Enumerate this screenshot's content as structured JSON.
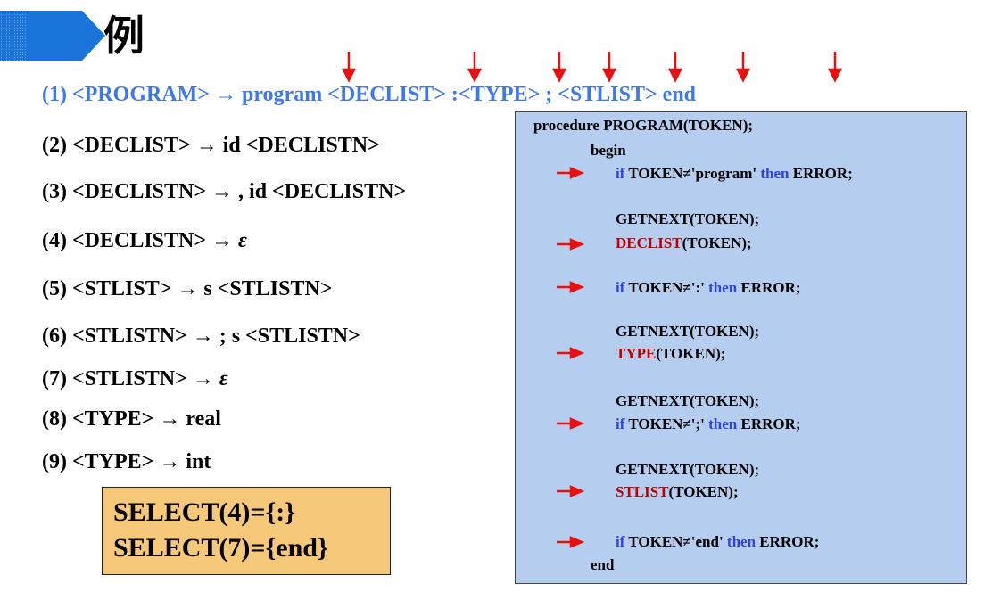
{
  "title": "例",
  "rules": [
    "(1) <PROGRAM> → program <DECLIST> :<TYPE> ; <STLIST> end",
    "(2) <DECLIST> → id <DECLISTN>",
    "(3) <DECLISTN> → , id <DECLISTN>",
    "(4) <DECLISTN> → ",
    "(5) <STLIST> → s <STLISTN>",
    "(6) <STLISTN> → ; s <STLISTN>",
    "(7) <STLISTN> → ",
    "(8) <TYPE> → real",
    "(9) <TYPE> → int"
  ],
  "epsilon": "ε",
  "select": [
    "SELECT(4)={:}",
    "SELECT(7)={end}"
  ],
  "procedure": {
    "header": "procedure PROGRAM(TOKEN);",
    "begin": "begin",
    "end": "end",
    "if_kw": "if",
    "then_kw": "then",
    "error": "ERROR;",
    "getnext": "GETNEXT(TOKEN);",
    "call_suffix": "(TOKEN);",
    "cond_program": "TOKEN≠'program'",
    "cond_colon": "TOKEN≠':'",
    "cond_semicolon": "TOKEN≠';'",
    "cond_end": "TOKEN≠'end'",
    "declist": "DECLIST",
    "type": "TYPE",
    "stlist": "STLIST"
  },
  "colors": {
    "title_blue": "#1a73d8",
    "rule1_blue": "#3c78f0",
    "keyword_blue": "#2e45d8",
    "call_red": "#c00000",
    "arrow_red": "#e81010",
    "panel_bg": "#b5cdee",
    "select_bg": "#f6c97a"
  }
}
